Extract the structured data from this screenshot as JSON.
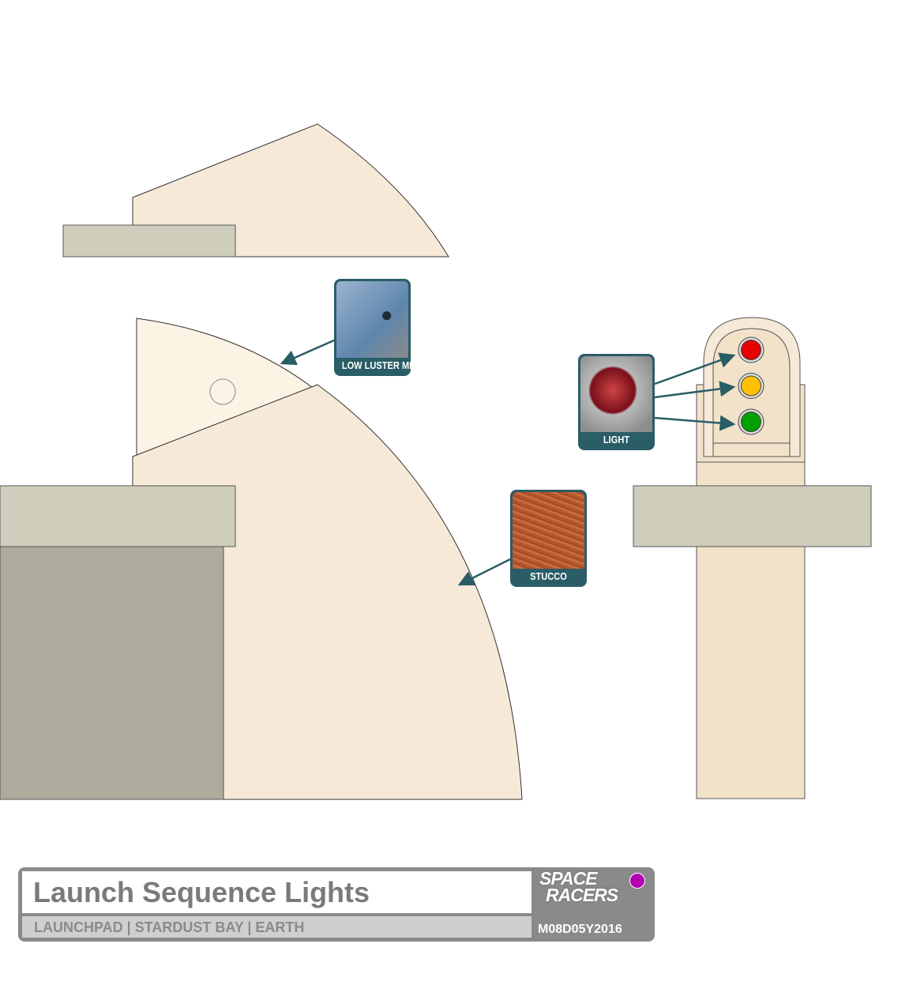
{
  "callouts": {
    "metal": {
      "label": "LOW LUSTER METAL"
    },
    "light": {
      "label": "LIGHT"
    },
    "stucco": {
      "label": "STUCCO"
    }
  },
  "lights": [
    {
      "name": "red",
      "color": "#e60000"
    },
    {
      "name": "yellow",
      "color": "#ffc000"
    },
    {
      "name": "green",
      "color": "#00a000"
    }
  ],
  "colors": {
    "stucco": "#f7e9d8",
    "light_panel": "#fdf3e5",
    "slab": "#cfcdbb",
    "wall": "#adab9c",
    "column": "#f2e2c9",
    "accent": "#2a5d66"
  },
  "title_block": {
    "title": "Launch Sequence Lights",
    "subtitle": "LAUNCHPAD | STARDUST BAY | EARTH",
    "logo_line1": "SPACE",
    "logo_line2": "RACERS",
    "date": "M08D05Y2016"
  }
}
